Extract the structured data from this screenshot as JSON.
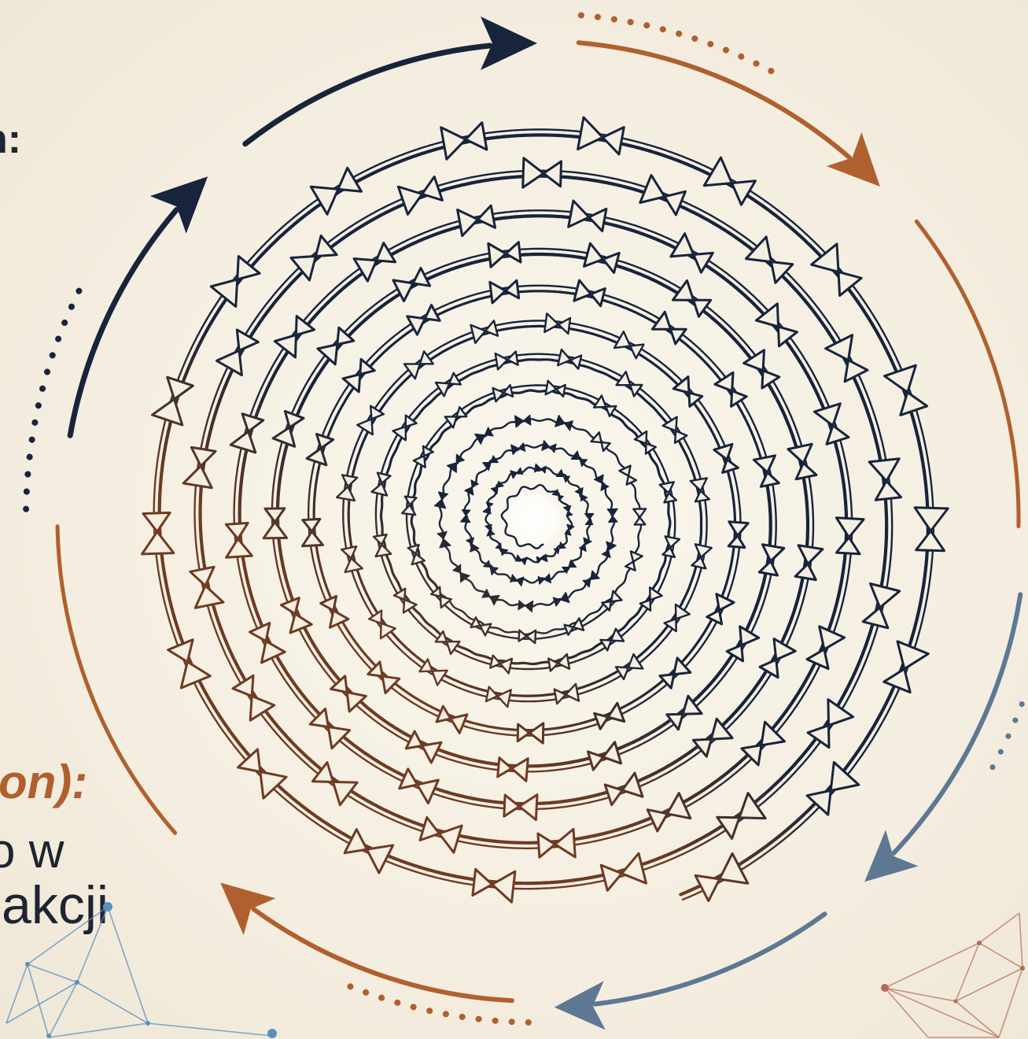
{
  "left_text": {
    "top_fragment": "n:",
    "heading_fragment": "on):",
    "body_lines": [
      "o w",
      "akcji"
    ]
  },
  "colors": {
    "background": "#f5efe2",
    "text": "#1d2432",
    "navy": "#17243b",
    "brown": "#6f3b22",
    "orange": "#b0602e",
    "slate": "#5e7894",
    "network_blue": "#5a8fc0",
    "network_red": "#b86a57"
  }
}
